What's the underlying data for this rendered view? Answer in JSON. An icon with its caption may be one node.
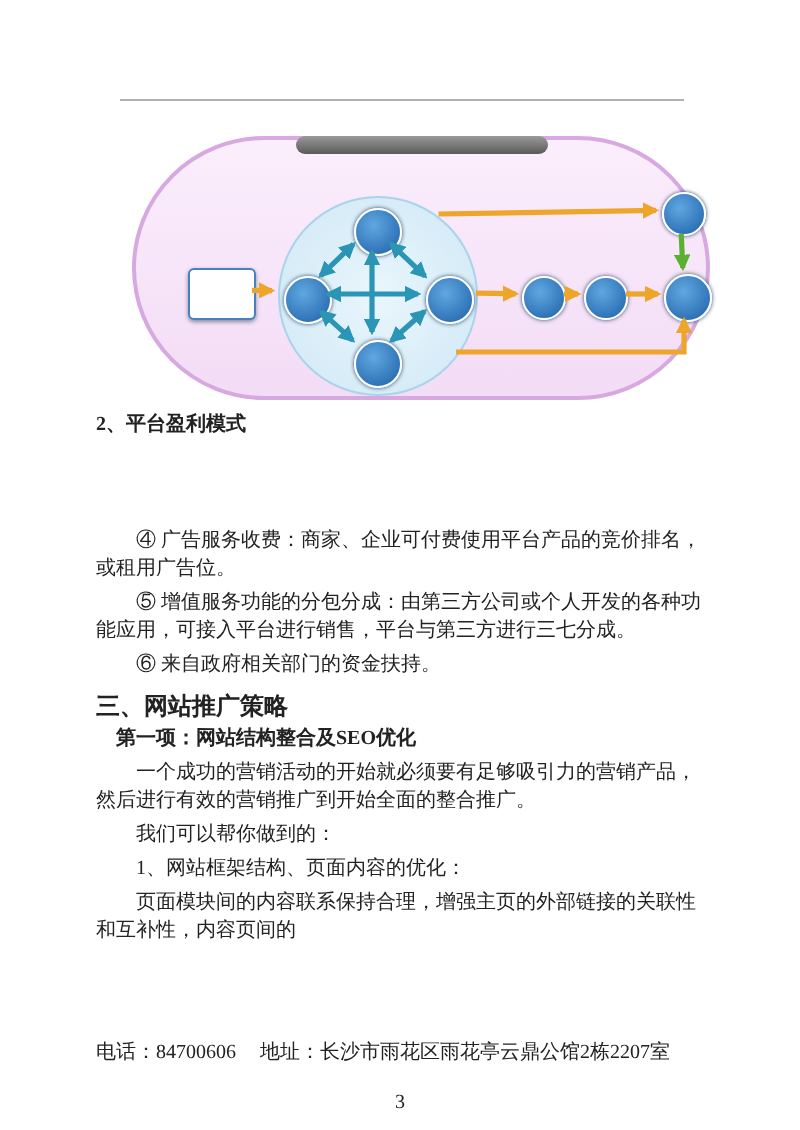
{
  "diagram": {
    "nodes": [
      {
        "text": [],
        "shape": "box"
      },
      {
        "text": [],
        "shape": "box",
        "in": 0
      },
      {
        "text": [],
        "shape": "circle",
        "in": 0
      },
      {
        "text": [],
        "shape": "circle",
        "in": 2
      },
      {
        "text": [],
        "shape": "circle",
        "in": 2
      },
      {
        "text": [],
        "shape": "circle",
        "in": 2
      },
      {
        "text": [],
        "shape": "circle",
        "in": 2
      },
      {
        "text": [],
        "shape": "circle",
        "in": 0
      },
      {
        "text": [],
        "shape": "circle",
        "in": 0
      },
      {
        "text": [],
        "shape": "circle",
        "in": 0
      },
      {
        "text": [],
        "shape": "circle",
        "in": 0
      }
    ],
    "edges": [
      {
        "from": 1,
        "to": 2,
        "arrow": "to"
      },
      {
        "from": 3,
        "to": 6,
        "arrow": "both",
        "color": "#2a95b5"
      },
      {
        "from": 4,
        "to": 5,
        "arrow": "both",
        "color": "#2a95b5"
      },
      {
        "from": 3,
        "to": 4,
        "arrow": "both",
        "color": "#2a95b5"
      },
      {
        "from": 3,
        "to": 5,
        "arrow": "both",
        "color": "#2a95b5"
      },
      {
        "from": 4,
        "to": 6,
        "arrow": "both",
        "color": "#2a95b5"
      },
      {
        "from": 5,
        "to": 6,
        "arrow": "both",
        "color": "#2a95b5"
      },
      {
        "from": 2,
        "to": 7,
        "arrow": "to"
      },
      {
        "from": 2,
        "to": 8,
        "arrow": "to"
      },
      {
        "from": 8,
        "to": 9,
        "arrow": "to"
      },
      {
        "from": 9,
        "to": 10,
        "arrow": "to"
      },
      {
        "from": 2,
        "to": 10,
        "arrow": "to"
      },
      {
        "from": 7,
        "to": 10,
        "arrow": "to",
        "color": "#5cb030"
      }
    ],
    "labels": [
      "2、平台盈利模式",
      "④ 广告服务收费：商家、企业可付费使用平台产品的竞价排名，或租用广告位。",
      "⑤ 增值服务功能的分包分成：由第三方公司或个人开发的各种功能应用，可接入平台进行销售，平台与第三方进行三七分成。",
      "⑥ 来自政府相关部门的资金扶持。",
      "三、网站推广策略",
      "第一项：网站结构整合及SEO优化",
      "一个成功的营销活动的开始就必须要有足够吸引力的营销产品，然后进行有效的营销推广到开始全面的整合推广。",
      "我们可以帮你做到的：",
      "1、网站框架结构、页面内容的优化：",
      "页面模块间的内容联系保持合理，增强主页的外部链接的关联性和互补性，内容页间的",
      "电话：84700606",
      "地址：长沙市雨花区雨花亭云鼎公馆2栋2207室",
      "3"
    ]
  }
}
